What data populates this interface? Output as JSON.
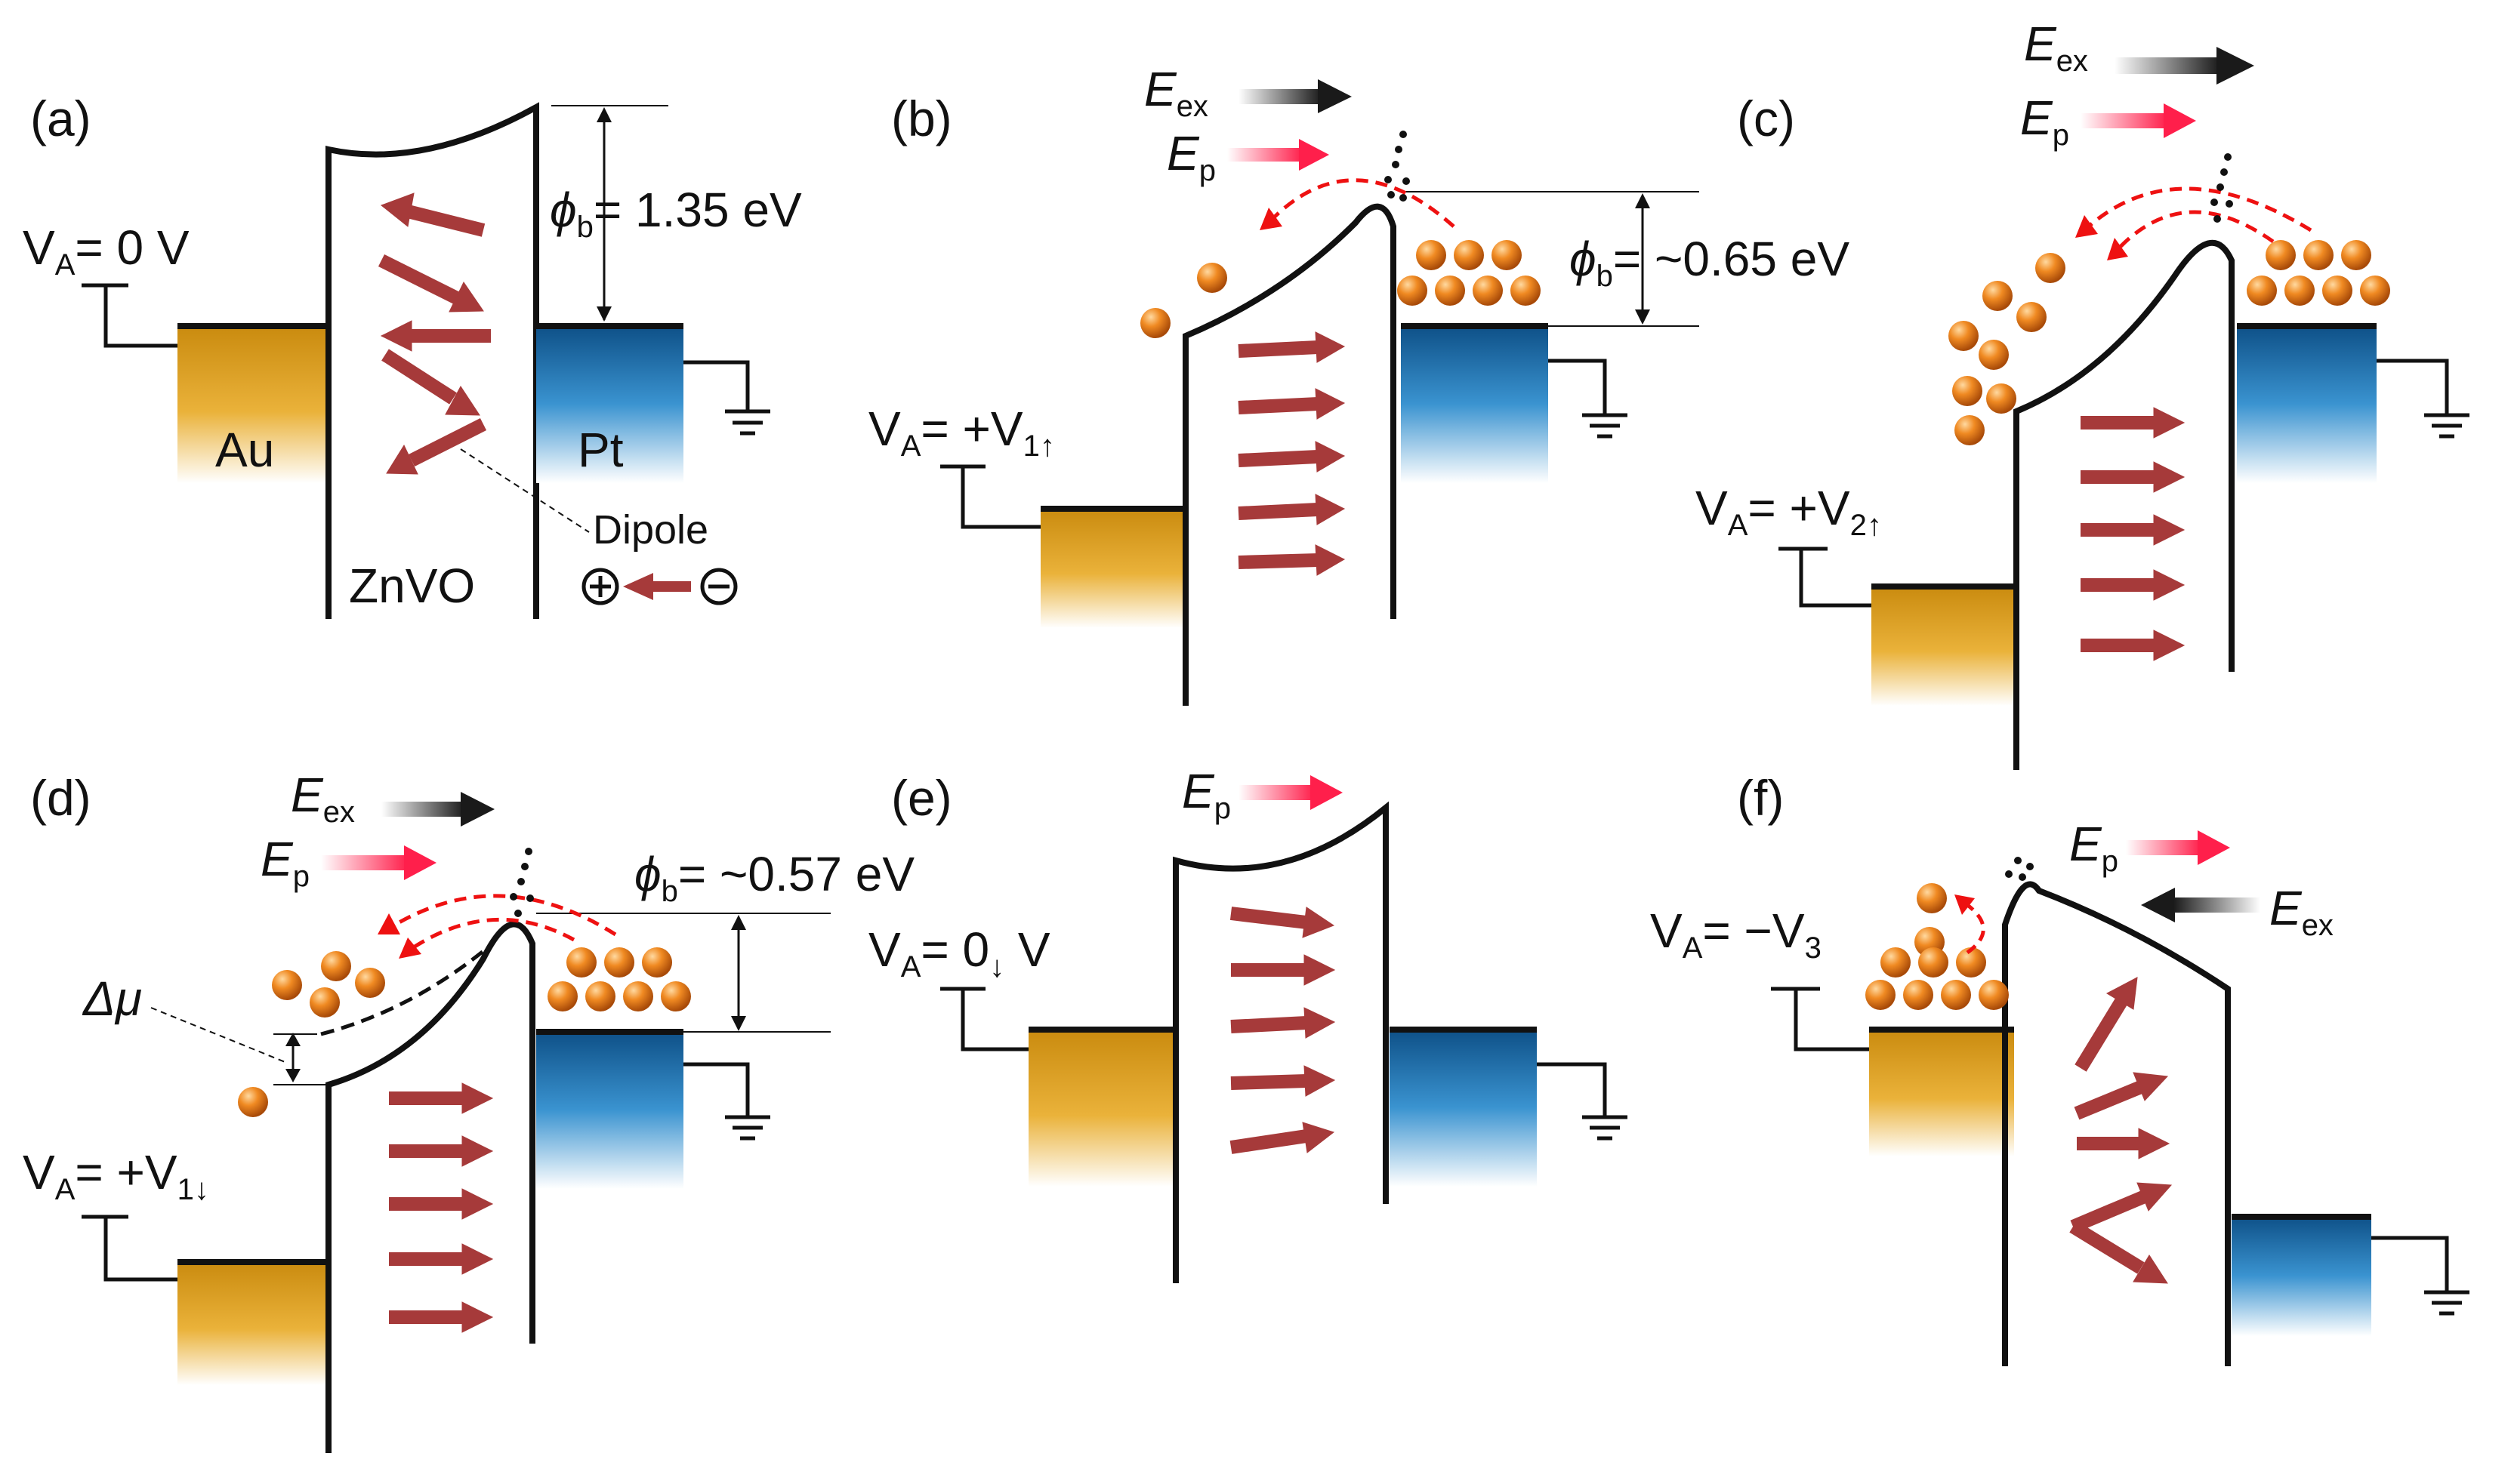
{
  "colors": {
    "dipole": "#a63a3a",
    "electron": "#e8731a",
    "field_internal": "#ff1f4b",
    "field_external": "#1a1a1a",
    "hop_path": "#ee1111",
    "au_metal": "#e0a21a",
    "pt_metal": "#1a78c0"
  },
  "labels": {
    "Au": "Au",
    "Pt": "Pt",
    "ZnVO": "ZnVO",
    "Dipole": "Dipole",
    "plus": "+",
    "minus": "−",
    "Dmu": "Δμ",
    "E": "E",
    "ex": "ex",
    "p": "p",
    "VA": "V",
    "A": "A",
    "phi": "ϕ",
    "b": "b"
  },
  "panels": {
    "a": {
      "label": "(a)",
      "va": "= 0 V",
      "phi_val": "= 1.35 eV"
    },
    "b": {
      "label": "(b)",
      "va": "= +V",
      "va_sub": "1↑",
      "phi_val": "= ~0.65 eV"
    },
    "c": {
      "label": "(c)",
      "va": "= +V",
      "va_sub": "2↑"
    },
    "d": {
      "label": "(d)",
      "va": "= +V",
      "va_sub": "1↓",
      "phi_val": "= ~0.57 eV"
    },
    "e": {
      "label": "(e)",
      "va": "= 0",
      "va_sub": "↓",
      "va_tail": " V"
    },
    "f": {
      "label": "(f)",
      "va": "= −V",
      "va_sub": "3"
    }
  },
  "icons": [
    "ground-icon",
    "dipole-arrow-icon",
    "electron-icon",
    "field-arrow-icon"
  ]
}
